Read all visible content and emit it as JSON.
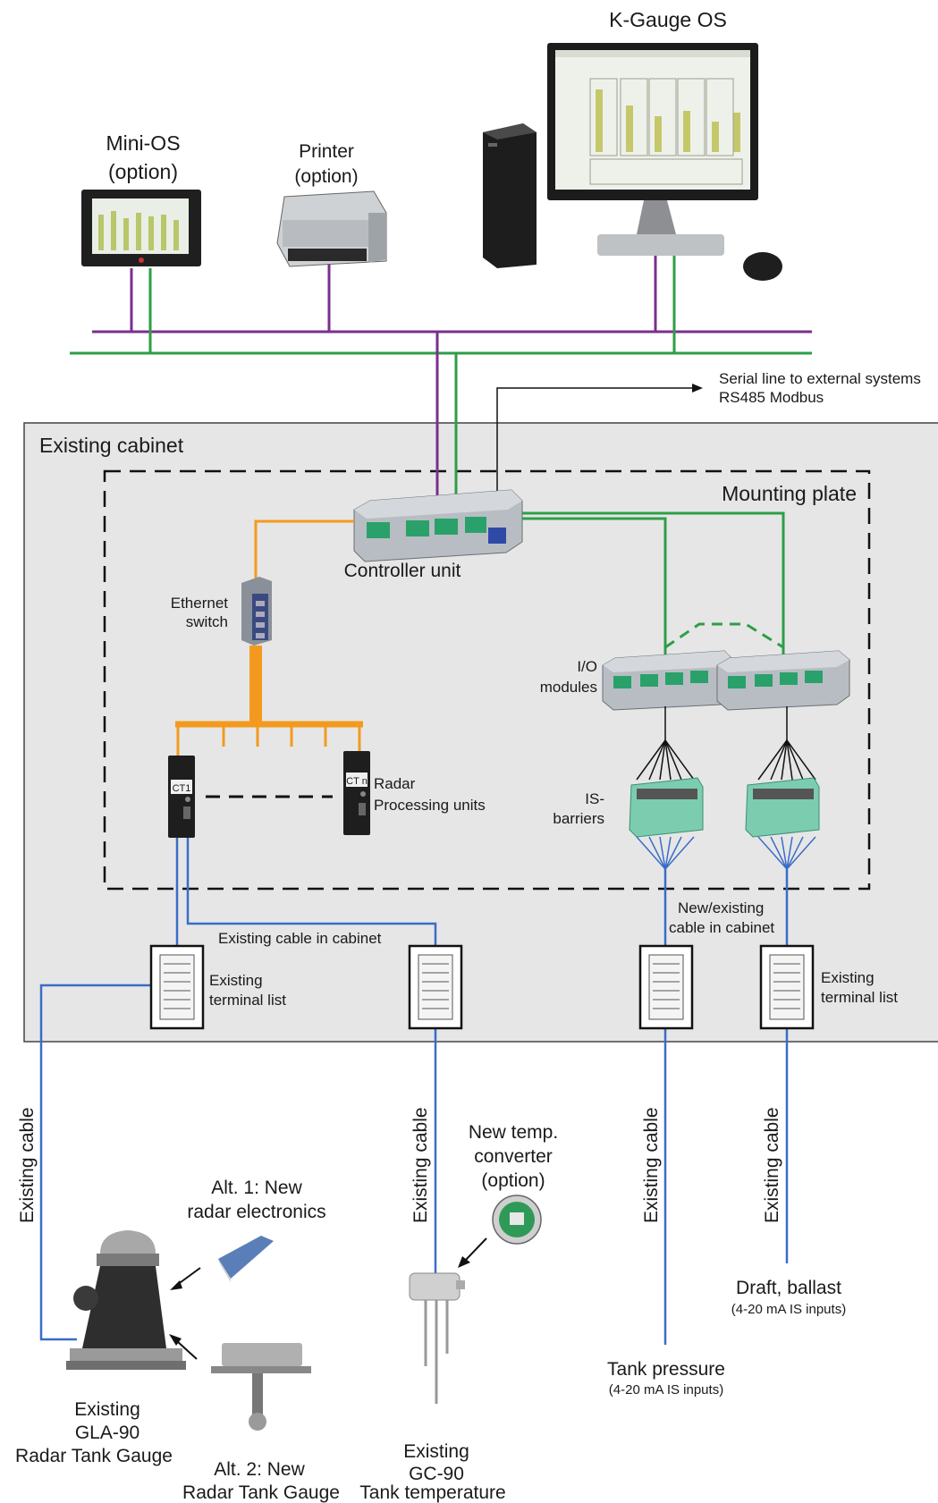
{
  "colors": {
    "lan_purple": "#7a2f8e",
    "lan_green": "#2e9e46",
    "ethernet_orange": "#f39a1e",
    "field_blue": "#3a6cc8",
    "cabinet_fill": "#e6e6e6"
  },
  "labels": {
    "k_gauge_os": "K-Gauge OS",
    "mini_os_line1": "Mini-OS",
    "mini_os_line2": "(option)",
    "printer_line1": "Printer",
    "printer_line2": "(option)",
    "serial_line1": "Serial line to external systems",
    "serial_line2": "RS485 Modbus",
    "existing_cabinet": "Existing cabinet",
    "mounting_plate": "Mounting plate",
    "controller_unit": "Controller unit",
    "ethernet_switch_line1": "Ethernet",
    "ethernet_switch_line2": "switch",
    "io_modules_line1": "I/O",
    "io_modules_line2": "modules",
    "radar_proc_line1": "Radar",
    "radar_proc_line2": "Processing units",
    "ct1_label": "CT1",
    "ctn_label": "CT n",
    "is_barriers_line1": "IS-",
    "is_barriers_line2": "barriers",
    "existing_cable_in_cabinet": "Existing cable in cabinet",
    "new_existing_line1": "New/existing",
    "new_existing_line2": "cable in cabinet",
    "terminal_left_line1": "Existing",
    "terminal_left_line2": "terminal list",
    "terminal_right_line1": "Existing",
    "terminal_right_line2": "terminal list",
    "existing_cable": "Existing cable",
    "alt1_line1": "Alt. 1: New",
    "alt1_line2": "radar electronics",
    "new_temp_line1": "New temp.",
    "new_temp_line2": "converter",
    "new_temp_line3": "(option)",
    "gla_line1": "Existing",
    "gla_line2": "GLA-90",
    "gla_line3": "Radar Tank Gauge",
    "alt2_line1": "Alt. 2: New",
    "alt2_line2": "Radar Tank Gauge",
    "gc_line1": "Existing",
    "gc_line2": "GC-90",
    "gc_line3": "Tank temperature",
    "tank_pressure": "Tank pressure",
    "tank_pressure_sub": "(4-20 mA IS inputs)",
    "draft_ballast": "Draft, ballast",
    "draft_ballast_sub": "(4-20 mA IS inputs)"
  }
}
